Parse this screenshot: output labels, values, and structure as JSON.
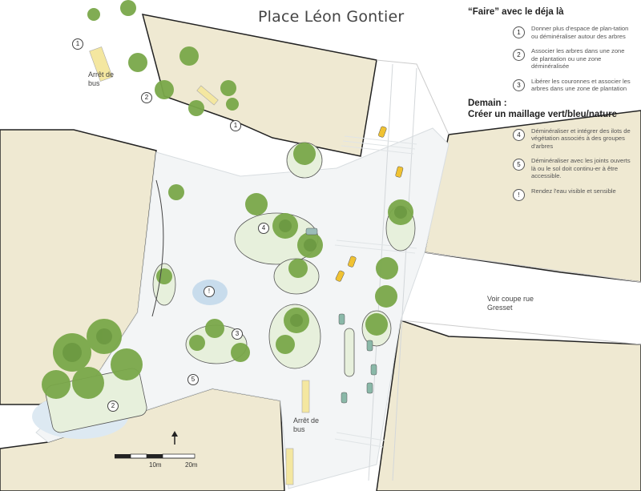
{
  "title": "Place Léon Gontier",
  "legend": {
    "heading1": "“Faire” avec le déja là",
    "heading2_line1": "Demain :",
    "heading2_line2": "Créer un maillage vert/bleu/nature",
    "items": [
      {
        "num": "1",
        "text": "Donner plus d'espace de plan-tation ou déminéraliser autour des arbres"
      },
      {
        "num": "2",
        "text": "Associer les arbres dans une zone de plantation ou une zone déminéralisée"
      },
      {
        "num": "3",
        "text": "Libérer les couronnes et associer les arbres dans une zone de plantation"
      },
      {
        "num": "4",
        "text": "Déminéraliser et intégrer des ilots de végétation associés à des groupes d'arbres"
      },
      {
        "num": "5",
        "text": "Déminéraliser avec les joints ouverts là ou le sol doit continu-er à être accessible."
      },
      {
        "num": "!",
        "text": "Rendez l'eau visible et sensible"
      }
    ]
  },
  "map_labels": {
    "bus_stop_top": "Arrêt de bus",
    "bus_stop_bottom": "Arrêt de bus",
    "section": "Voir coupe rue Gresset"
  },
  "markers": [
    "1",
    "2",
    "1",
    "4",
    "!",
    "3",
    "2",
    "5"
  ],
  "scale": {
    "label1": "10m",
    "label2": "20m"
  },
  "colors": {
    "building": "#efe9d2",
    "tree": "#7aa84a",
    "water": "#c8dcec",
    "car_yellow": "#f0c232",
    "car_teal": "#8ab8a8"
  }
}
